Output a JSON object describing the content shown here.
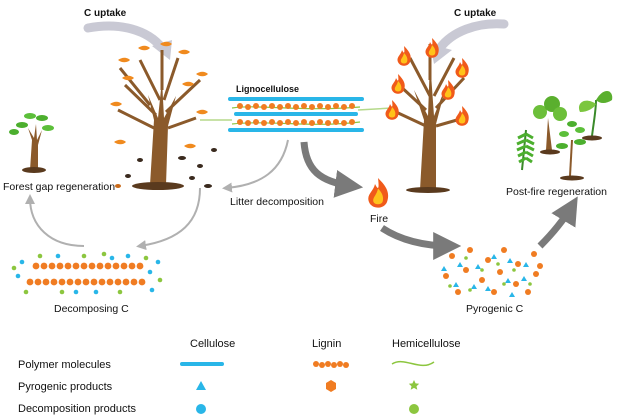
{
  "labels": {
    "c_uptake_left": "C uptake",
    "c_uptake_right": "C uptake",
    "lignocellulose": "Lignocellulose",
    "forest_gap": "Forest gap regeneration",
    "litter_decomposition": "Litter decomposition",
    "decomposing_c": "Decomposing C",
    "fire": "Fire",
    "pyrogenic_c": "Pyrogenic C",
    "post_fire": "Post-fire regeneration"
  },
  "legend": {
    "columns": [
      "Cellulose",
      "Lignin",
      "Hemicellulose"
    ],
    "rows": [
      "Polymer molecules",
      "Pyrogenic products",
      "Decomposition products"
    ]
  },
  "colors": {
    "cellulose": "#29b6e8",
    "lignin": "#f07c22",
    "hemicellulose": "#8cc63f",
    "arrow_gray": "#b0b0b0",
    "arrow_dark": "#7a7a7a",
    "trunk": "#8b5a2b"
  }
}
